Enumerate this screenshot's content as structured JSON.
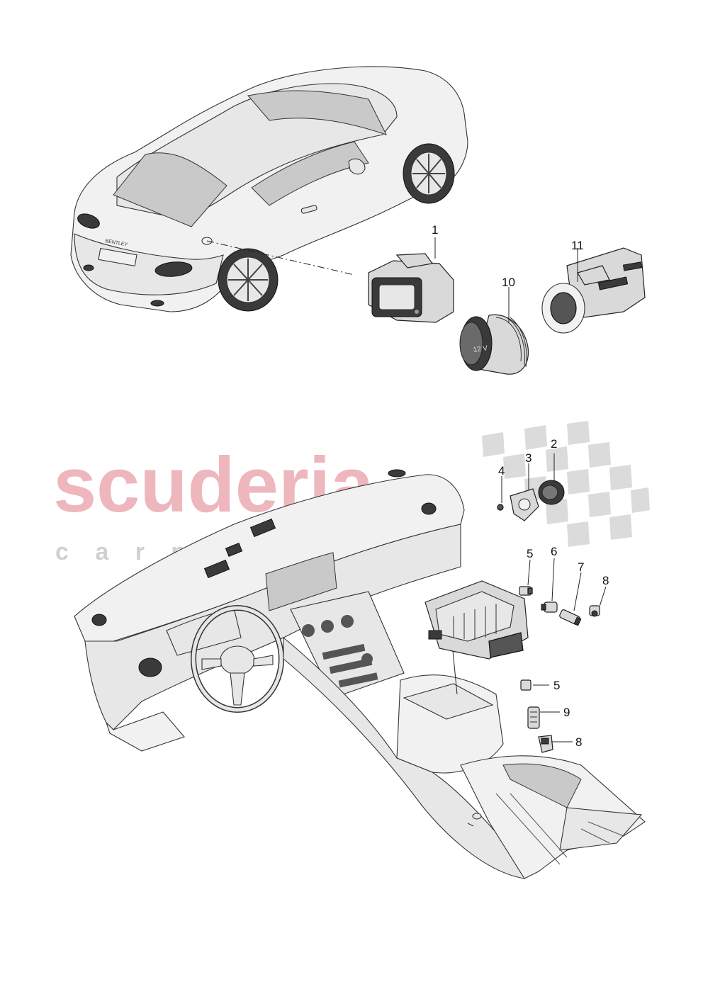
{
  "watermark": {
    "brand": "scuderia",
    "sub": "c a r   p a r t s",
    "color": "#e8a0a8"
  },
  "callouts": [
    {
      "id": "1",
      "label": "1"
    },
    {
      "id": "10",
      "label": "10"
    },
    {
      "id": "11",
      "label": "11"
    },
    {
      "id": "2",
      "label": "2"
    },
    {
      "id": "3",
      "label": "3"
    },
    {
      "id": "4",
      "label": "4"
    },
    {
      "id": "5a",
      "label": "5"
    },
    {
      "id": "6",
      "label": "6"
    },
    {
      "id": "7",
      "label": "7"
    },
    {
      "id": "8a",
      "label": "8"
    },
    {
      "id": "5b",
      "label": "5"
    },
    {
      "id": "9",
      "label": "9"
    },
    {
      "id": "8b",
      "label": "8"
    }
  ],
  "socket_text": "12 V",
  "car_badge": "BENTLEY"
}
